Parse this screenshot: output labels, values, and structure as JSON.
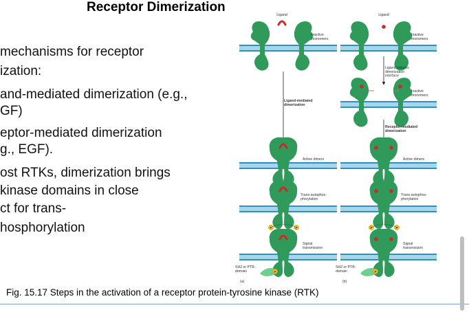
{
  "slide": {
    "title": "Receptor Dimerization",
    "bullets": [
      "mechanisms for receptor",
      "ization:",
      "and-mediated dimerization (e.g.,",
      "GF)",
      "eptor-mediated dimerization",
      "g., EGF).",
      "ost RTKs, dimerization brings",
      "kinase domains in close",
      "ct for trans-",
      "hosphorylation"
    ],
    "caption": "Fig. 15.17 Steps in the activation of a receptor protein-tyrosine kinase (RTK)"
  },
  "figure": {
    "labels": {
      "ligand": "Ligand",
      "inactive_monomers": "Inactive monomers",
      "ligand_mediated": "Ligand-mediated dimerization",
      "ligand_induces": "Ligand induces dimerization interface",
      "receptor_mediated": "Receptor-mediated dimerization",
      "active_dimers": "Active dimers",
      "trans_auto": "Trans-autophos-phorylation",
      "signal": "Signal transmission",
      "sh2": "SH2 or PTB- domain",
      "panel_a": "(a)",
      "panel_b": "(b)",
      "p": "P"
    },
    "colors": {
      "membrane": "#2f8fbf",
      "membrane_light": "#a6d6ea",
      "receptor": "#2f9a5a",
      "receptor_light": "#6fcf8f",
      "ligand": "#cc2a2a",
      "phosphate": "#f2c12e"
    }
  }
}
